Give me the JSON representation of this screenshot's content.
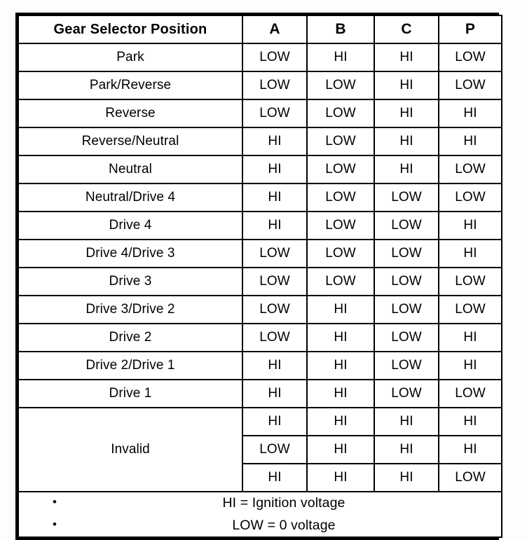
{
  "table": {
    "headers": {
      "position_label": "Gear Selector Position",
      "signals": [
        "A",
        "B",
        "C",
        "P"
      ]
    },
    "rows": [
      {
        "position": "Park",
        "values": [
          "LOW",
          "HI",
          "HI",
          "LOW"
        ]
      },
      {
        "position": "Park/Reverse",
        "values": [
          "LOW",
          "LOW",
          "HI",
          "LOW"
        ]
      },
      {
        "position": "Reverse",
        "values": [
          "LOW",
          "LOW",
          "HI",
          "HI"
        ]
      },
      {
        "position": "Reverse/Neutral",
        "values": [
          "HI",
          "LOW",
          "HI",
          "HI"
        ]
      },
      {
        "position": "Neutral",
        "values": [
          "HI",
          "LOW",
          "HI",
          "LOW"
        ]
      },
      {
        "position": "Neutral/Drive 4",
        "values": [
          "HI",
          "LOW",
          "LOW",
          "LOW"
        ]
      },
      {
        "position": "Drive 4",
        "values": [
          "HI",
          "LOW",
          "LOW",
          "HI"
        ]
      },
      {
        "position": "Drive 4/Drive 3",
        "values": [
          "LOW",
          "LOW",
          "LOW",
          "HI"
        ]
      },
      {
        "position": "Drive 3",
        "values": [
          "LOW",
          "LOW",
          "LOW",
          "LOW"
        ]
      },
      {
        "position": "Drive 3/Drive 2",
        "values": [
          "LOW",
          "HI",
          "LOW",
          "LOW"
        ]
      },
      {
        "position": "Drive 2",
        "values": [
          "LOW",
          "HI",
          "LOW",
          "HI"
        ]
      },
      {
        "position": "Drive 2/Drive 1",
        "values": [
          "HI",
          "HI",
          "LOW",
          "HI"
        ]
      },
      {
        "position": "Drive 1",
        "values": [
          "HI",
          "HI",
          "LOW",
          "LOW"
        ]
      }
    ],
    "invalid_group": {
      "position": "Invalid",
      "rows": [
        {
          "values": [
            "HI",
            "HI",
            "HI",
            "HI"
          ]
        },
        {
          "values": [
            "LOW",
            "HI",
            "HI",
            "HI"
          ]
        },
        {
          "values": [
            "HI",
            "HI",
            "HI",
            "LOW"
          ]
        }
      ]
    },
    "footnotes": [
      {
        "bullet": "•",
        "text": "HI = Ignition voltage"
      },
      {
        "bullet": "•",
        "text": "LOW = 0 voltage"
      }
    ]
  },
  "colors": {
    "border": "#000000",
    "cell_background": "#ffffff",
    "text": "#000000",
    "page_background": "#fdfdfd"
  }
}
